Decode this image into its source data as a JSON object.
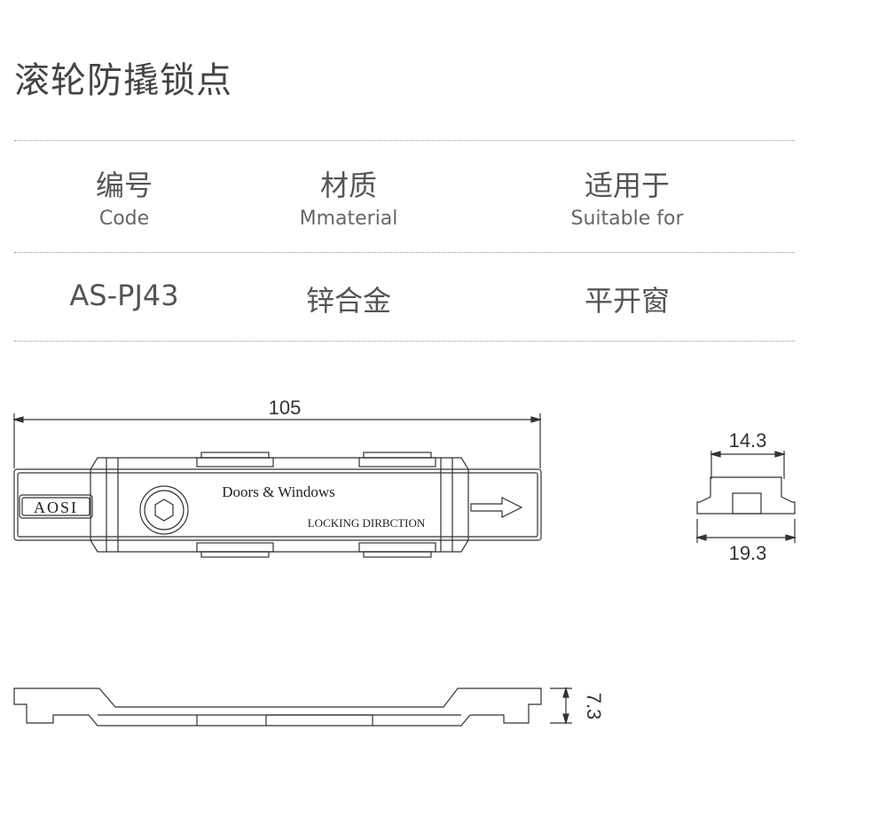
{
  "title": "滚轮防撬锁点",
  "table": {
    "headers": [
      {
        "cn": "编号",
        "en": "Code"
      },
      {
        "cn": "材质",
        "en": "Mmaterial"
      },
      {
        "cn": "适用于",
        "en": "Suitable for"
      }
    ],
    "values": [
      "AS-PJ43",
      "锌合金",
      "平开窗"
    ]
  },
  "drawing": {
    "top_view": {
      "length_dim": "105",
      "brand": "AOSI",
      "text_line1": "Doors & Windows",
      "text_line2": "LOCKING DIRBCTION"
    },
    "end_view": {
      "top_width_dim": "14.3",
      "bottom_width_dim": "19.3"
    },
    "side_view": {
      "height_dim": "7.3"
    }
  }
}
